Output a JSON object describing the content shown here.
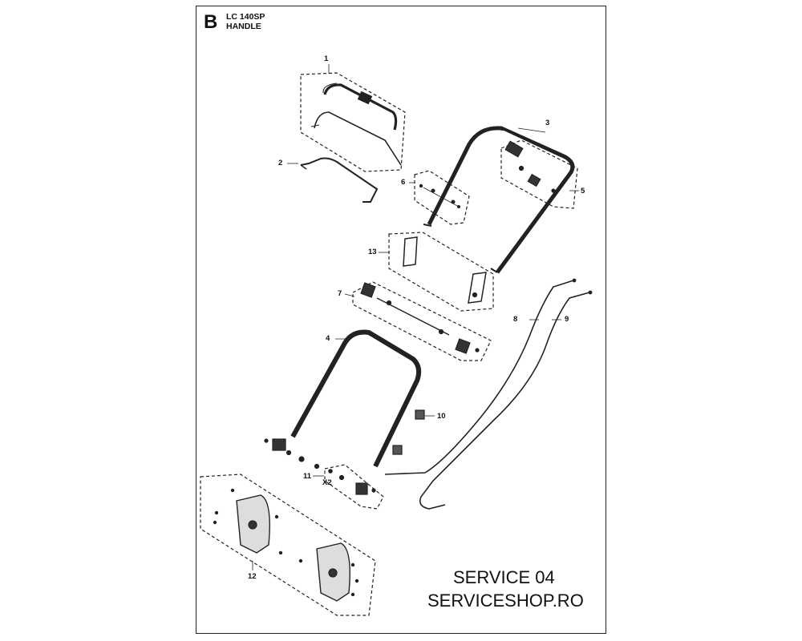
{
  "header": {
    "section_letter": "B",
    "model": "LC 140SP",
    "title": "HANDLE"
  },
  "callouts": {
    "c1": "1",
    "c2": "2",
    "c3": "3",
    "c4": "4",
    "c5": "5",
    "c6": "6",
    "c7": "7",
    "c8": "8",
    "c9": "9",
    "c10": "10",
    "c11": "11",
    "c12": "12",
    "c13": "13",
    "qty_x2": "X2"
  },
  "footer": {
    "line1": "SERVICE 04",
    "line2": "SERVICESHOP.RO"
  }
}
